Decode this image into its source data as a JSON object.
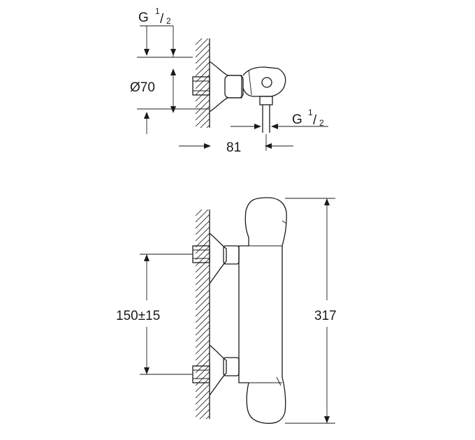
{
  "top_view": {
    "inlet_thread": {
      "main": "G",
      "sup": "1",
      "sub": "2"
    },
    "outlet_thread": {
      "main": "G",
      "sup": "1",
      "sub": "2"
    },
    "diameter": "Ø70",
    "projection": "81"
  },
  "front_view": {
    "inlet_spacing": "150±15",
    "height": "317"
  },
  "colors": {
    "line": "#1a1a1a",
    "background": "#ffffff"
  }
}
